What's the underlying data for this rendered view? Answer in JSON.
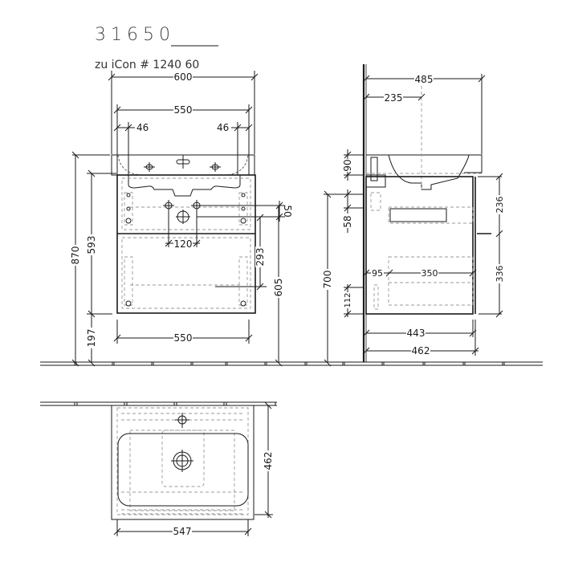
{
  "header": {
    "article_number": "31650",
    "subtitle": "zu iCon # 1240 60"
  },
  "front_view": {
    "dimensions": {
      "overall_width": "600",
      "inner_width": "550",
      "left_offset": "46",
      "right_offset": "46",
      "total_height": "870",
      "cabinet_height": "593",
      "floor_clearance": "197",
      "siphon_offset": "50",
      "drawer_height": "293",
      "top_height": "605",
      "tap_spacing": "120",
      "cabinet_width": "550"
    }
  },
  "side_view": {
    "dimensions": {
      "basin_depth": "485",
      "drain_offset": "235",
      "basin_thickness": "90",
      "cabinet_gap": "58",
      "height": "700",
      "plinth_gap": "112",
      "rail_offset": "95",
      "rail_length": "350",
      "upper_drawer": "236",
      "lower_drawer": "336",
      "inner_depth": "443",
      "outer_depth": "462"
    }
  },
  "top_view": {
    "dimensions": {
      "width": "547",
      "depth": "462"
    }
  }
}
